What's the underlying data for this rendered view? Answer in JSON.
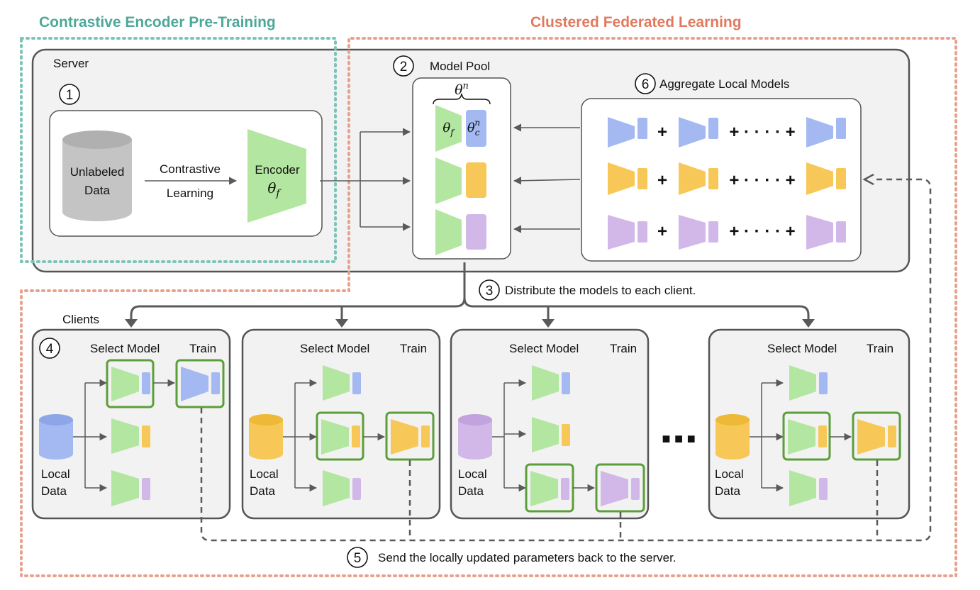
{
  "sections": {
    "pretraining_title": "Contrastive Encoder Pre-Training",
    "federated_title": "Clustered Federated Learning"
  },
  "server": {
    "label": "Server",
    "step1": "1",
    "data_label_1": "Unlabeled",
    "data_label_2": "Data",
    "arrow_label_1": "Contrastive",
    "arrow_label_2": "Learning",
    "encoder_label": "Encoder",
    "encoder_symbol": "θ",
    "encoder_subscript": "f"
  },
  "model_pool": {
    "step": "2",
    "title": "Model Pool",
    "theta": "θ",
    "theta_sup": "n",
    "theta_f": "θ",
    "theta_f_sub": "f",
    "theta_c": "θ",
    "theta_c_sub": "c",
    "theta_c_sup": "n"
  },
  "aggregate": {
    "step": "6",
    "title": "Aggregate Local Models",
    "plus": "+",
    "dots_plus": "+ · · · · +"
  },
  "distribute": {
    "step": "3",
    "text": "Distribute the models to each client."
  },
  "clients": {
    "label": "Clients",
    "step4": "4",
    "select_model": "Select Model",
    "train": "Train",
    "local_1": "Local",
    "local_2": "Data",
    "ellipsis": "■ ■ ■"
  },
  "send_back": {
    "step": "5",
    "text": "Send the locally updated parameters back to the server."
  },
  "colors": {
    "teal": "#4da89a",
    "orange": "#e07a5f",
    "green": "#b3e6a0",
    "blue": "#a4b9f2",
    "yellow": "#f7c858",
    "purple": "#d2b8e8",
    "select_border": "#5c9e3a",
    "panel": "#f2f2f2",
    "border": "#555555",
    "cylinder_gray": "#c4c4c4"
  }
}
